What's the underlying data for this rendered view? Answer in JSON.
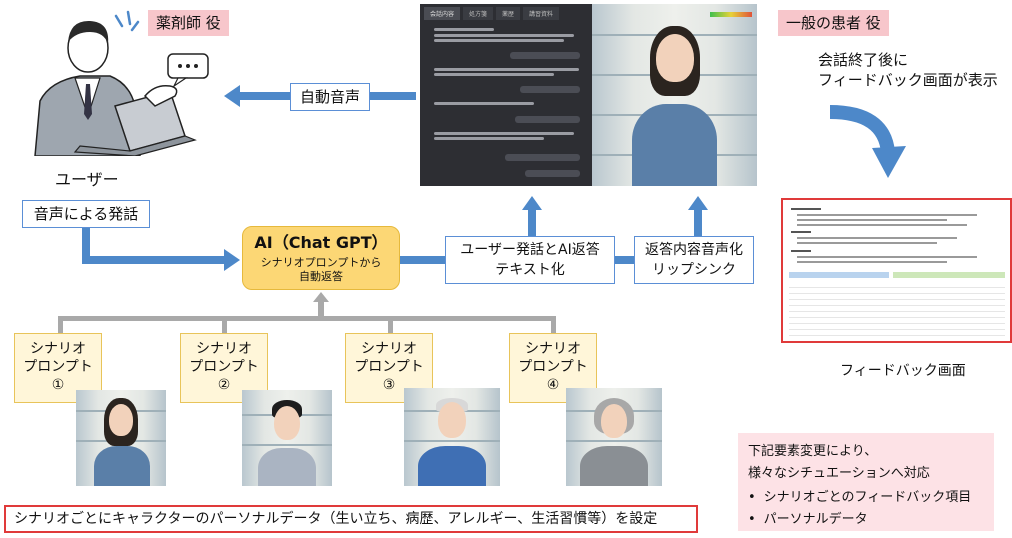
{
  "labels": {
    "pharmacist_role": "薬剤師 役",
    "patient_role": "一般の患者 役",
    "user": "ユーザー",
    "auto_voice": "自動音声",
    "voice_speech": "音声による発話",
    "feedback_note": "会話終了後に\nフィードバック画面が表示",
    "feedback_caption": "フィードバック画面",
    "text_conversion": "ユーザー発話とAI返答\nテキスト化",
    "lipsync": "返答内容音声化\nリップシンク",
    "bottom_note": "シナリオごとにキャラクターのパーソナルデータ（生い立ち、病歴、アレルギー、生活習慣等）を設定"
  },
  "ai_box": {
    "title": "AI（Chat GPT）",
    "subtitle": "シナリオプロンプトから\n自動返答"
  },
  "scenarios": [
    {
      "label": "シナリオ\nプロンプト\n①"
    },
    {
      "label": "シナリオ\nプロンプト\n②"
    },
    {
      "label": "シナリオ\nプロンプト\n③"
    },
    {
      "label": "シナリオ\nプロンプト\n④"
    }
  ],
  "screen_tabs": [
    "会話内容",
    "処方箋",
    "薬歴",
    "講習資料"
  ],
  "notes": {
    "intro": "下記要素変更により、\n様々なシチュエーションへ対応",
    "bullets": [
      "シナリオごとのフィードバック項目",
      "パーソナルデータ"
    ]
  },
  "colors": {
    "arrow": "#4d88c9",
    "ai_box": "#fcd775",
    "pink": "#f7c6cb",
    "feedback_border": "#e03a3a"
  }
}
